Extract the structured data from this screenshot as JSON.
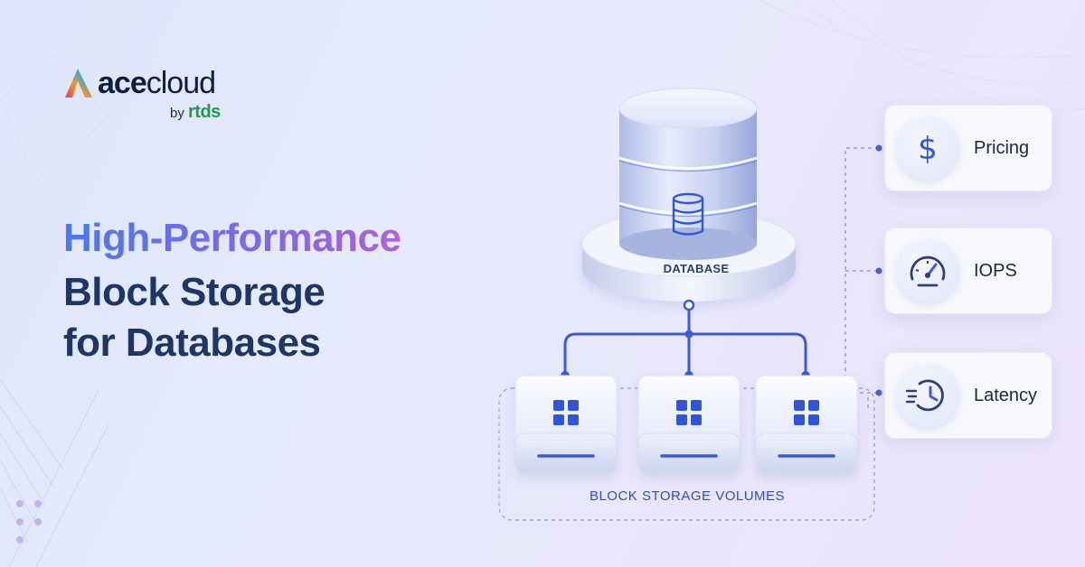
{
  "logo": {
    "ace": "ace",
    "cloud": "cloud",
    "by": "by",
    "brand": "rtds"
  },
  "headline": {
    "line1": "High-Performance",
    "line2": "Block Storage",
    "line3": "for Databases"
  },
  "diagram": {
    "database_label": "DATABASE",
    "storage_label": "BLOCK STORAGE VOLUMES",
    "volumes": [
      {
        "icon": "grid-icon"
      },
      {
        "icon": "grid-icon"
      },
      {
        "icon": "grid-icon"
      }
    ],
    "features": [
      {
        "label": "Pricing",
        "icon": "dollar-icon"
      },
      {
        "label": "IOPS",
        "icon": "gauge-icon"
      },
      {
        "label": "Latency",
        "icon": "clock-icon"
      }
    ]
  },
  "colors": {
    "accent_blue": "#2f56d9",
    "headline_gradient": [
      "#4a78f0",
      "#8a64e6",
      "#e35fc7"
    ],
    "headline_dark": "#1d3664",
    "brand_green": "#1f9a4b"
  }
}
